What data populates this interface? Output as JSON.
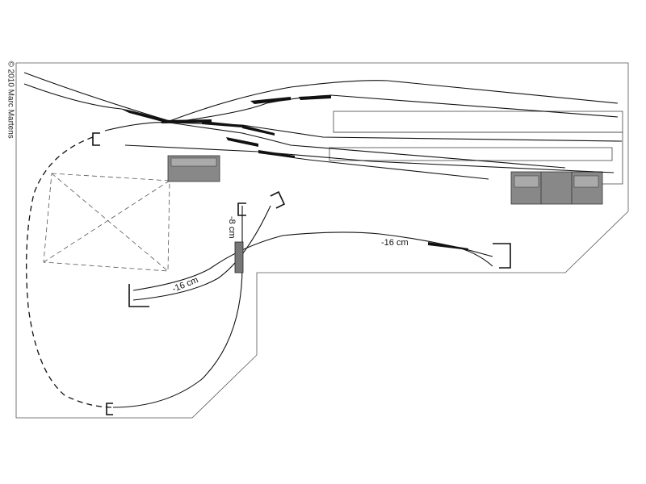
{
  "copyright": "© 2010 Marc Martens",
  "labels": {
    "grade_left": "-16 cm",
    "grade_right": "-16 cm",
    "grade_vertical": "-8 cm"
  }
}
